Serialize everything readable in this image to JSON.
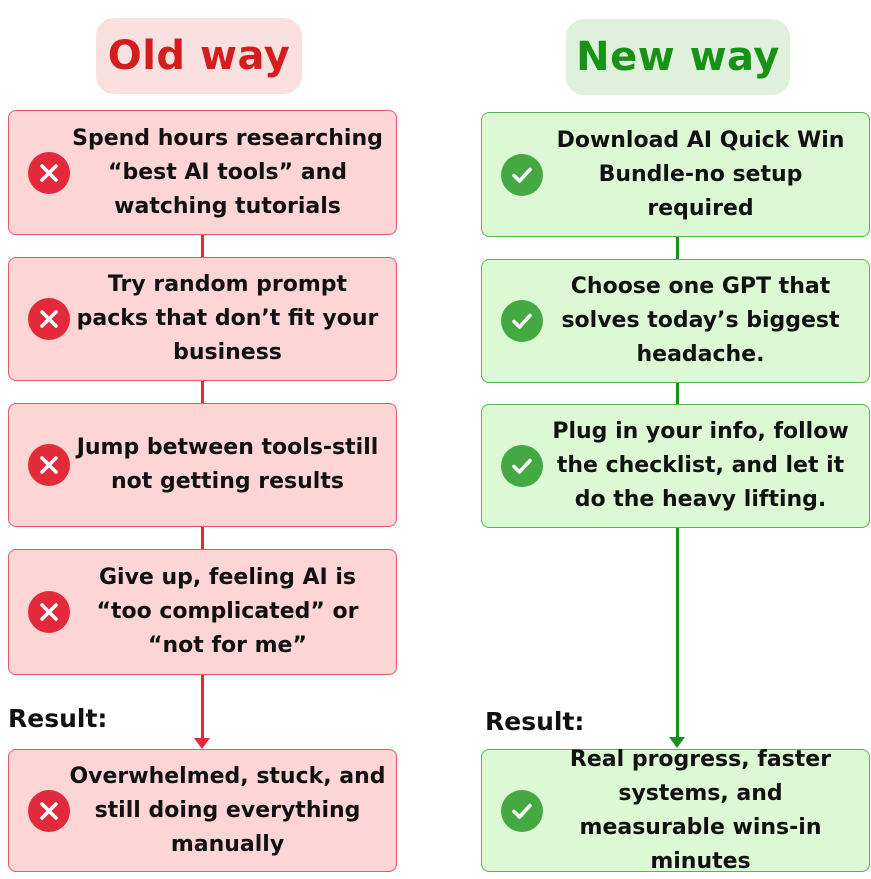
{
  "old_way": {
    "title": "Old way",
    "steps": [
      "Spend hours researching “best AI tools” and watching tutorials",
      "Try random prompt packs that don’t fit your business",
      "Jump between tools-still not getting results",
      "Give up, feeling AI is “too complicated” or “not for me”"
    ],
    "result_label": "Result:",
    "result": "Overwhelmed, stuck, and still doing everything manually",
    "icon": "x-circle-icon",
    "colors": {
      "accent": "#d41e1e",
      "box_fill": "#fed5d5",
      "box_border": "#e55a66",
      "title_bg": "#fbe0e0"
    }
  },
  "new_way": {
    "title": "New way",
    "steps": [
      "Download AI Quick Win Bundle-no setup required",
      "Choose one GPT that solves today’s biggest headache.",
      "Plug in your info, follow the checklist, and let it do the heavy lifting."
    ],
    "result_label": "Result:",
    "result": "Real progress, faster systems, and measurable wins-in minutes",
    "icon": "check-circle-icon",
    "colors": {
      "accent": "#179117",
      "box_fill": "#dcf8d5",
      "box_border": "#55b552",
      "title_bg": "#dff1dc"
    }
  }
}
